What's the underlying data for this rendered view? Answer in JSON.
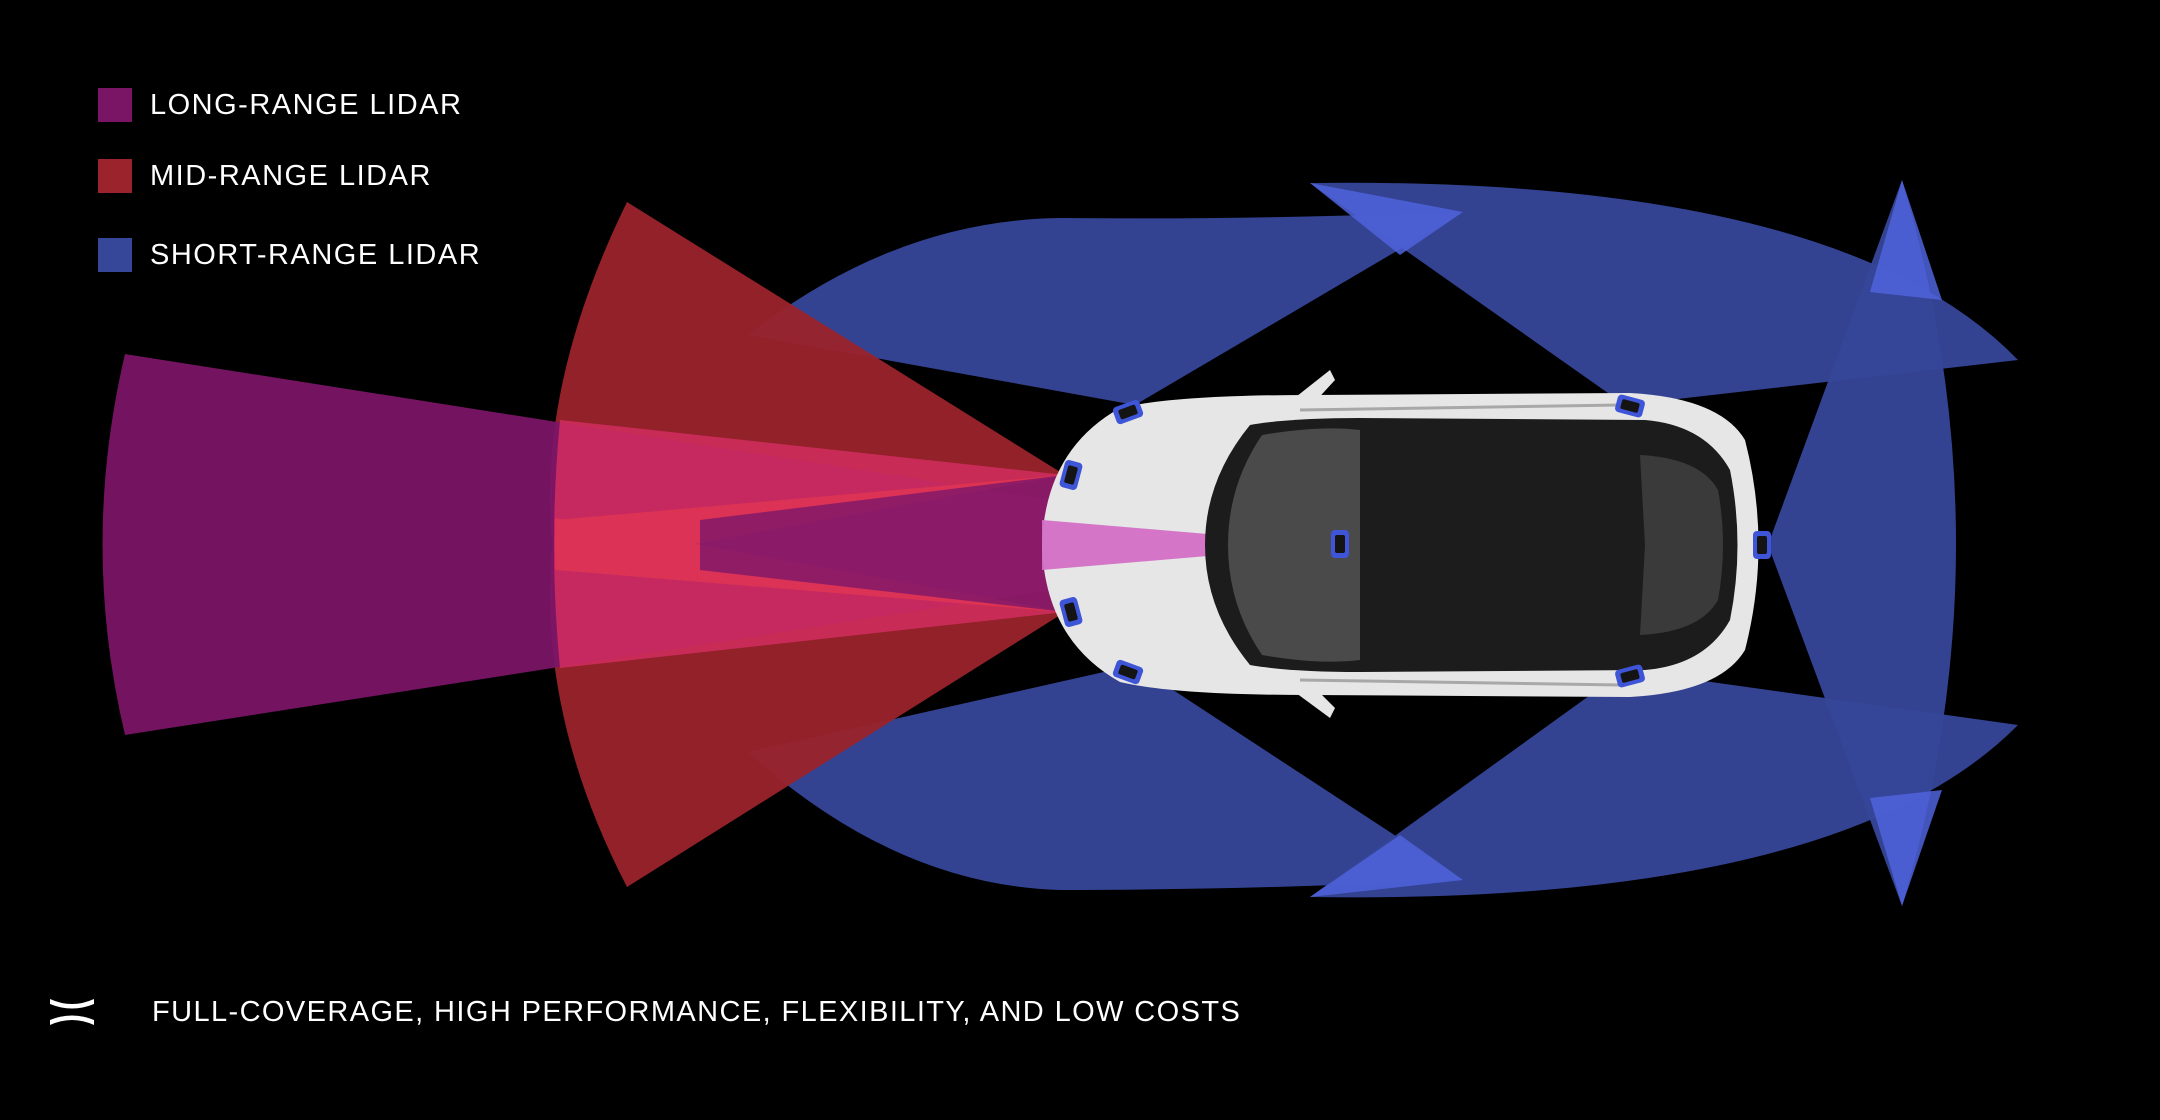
{
  "colors": {
    "background": "#000000",
    "long_range": "#7a1566",
    "mid_range": "#9b232c",
    "short_range": "#36479a",
    "short_overlap": "#4f63dc",
    "car_body": "#e6e6e6",
    "glass": "#1c1c1c",
    "sensor": "#3e55d8"
  },
  "legend": {
    "items": [
      {
        "label": "LONG-RANGE LIDAR",
        "color": "#7a1566"
      },
      {
        "label": "MID-RANGE LIDAR",
        "color": "#9b232c"
      },
      {
        "label": "SHORT-RANGE LIDAR",
        "color": "#36479a"
      }
    ]
  },
  "footer": {
    "logo_icon": "hesai-logo-icon",
    "text": "FULL-COVERAGE, HIGH PERFORMANCE, FLEXIBILITY, AND LOW COSTS"
  }
}
